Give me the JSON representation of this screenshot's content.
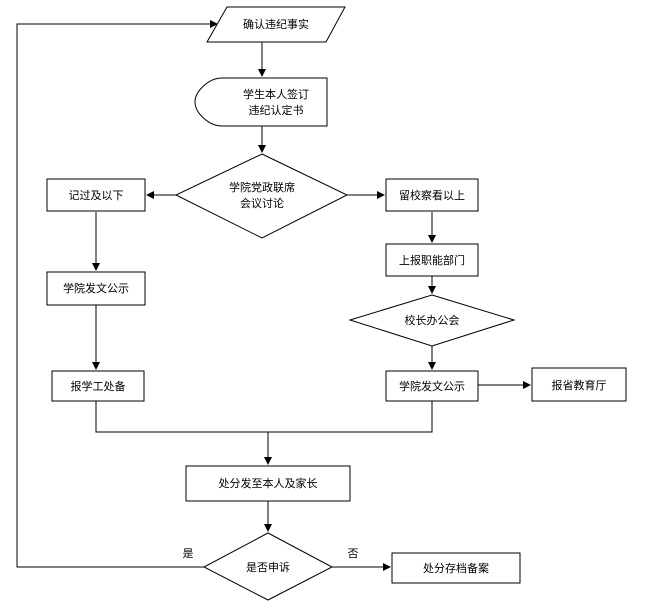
{
  "nodes": {
    "confirm_facts": "确认违纪事实",
    "student_sign_line1": "学生本人签订",
    "student_sign_line2": "违纪认定书",
    "college_meeting_line1": "学院党政联席",
    "college_meeting_line2": "会议讨论",
    "demerit_or_below": "记过及以下",
    "probation_or_above": "留校察看以上",
    "report_functional_dept": "上报职能部门",
    "college_notice_left": "学院发文公示",
    "principal_office_meeting": "校长办公会",
    "report_student_affairs": "报学工处备",
    "college_notice_right": "学院发文公示",
    "report_education_dept": "报省教育厅",
    "send_to_student_parents": "处分发至本人及家长",
    "appeal_decision": "是否申诉",
    "archive_record": "处分存档备案"
  },
  "edge_labels": {
    "yes": "是",
    "no": "否"
  }
}
